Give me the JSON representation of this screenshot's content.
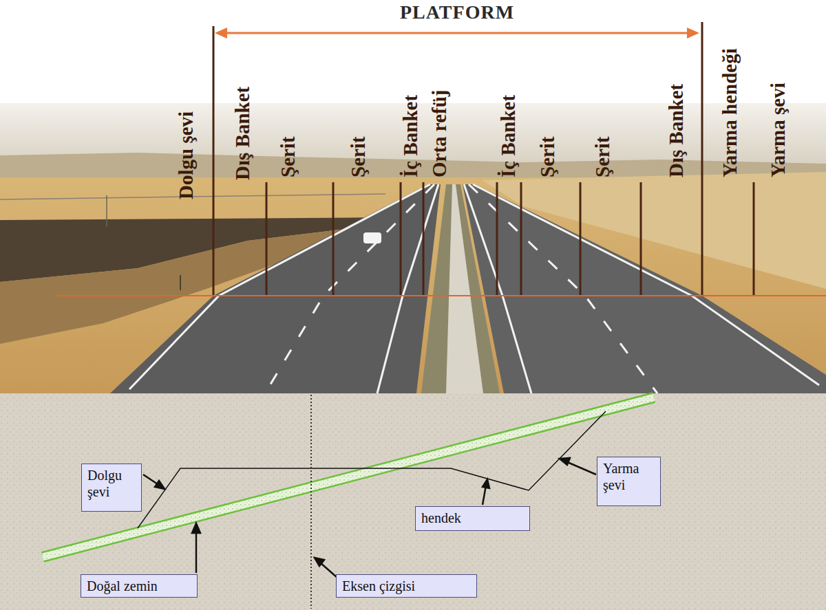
{
  "diagram": {
    "nodes": [
      {
        "text": [
          "Dolgu şevi"
        ]
      },
      {
        "text": [
          "Yarma şevi"
        ]
      },
      {
        "text": [
          "hendek"
        ]
      },
      {
        "text": [
          "Doğal zemin"
        ]
      },
      {
        "text": [
          "Eksen çizgisi"
        ]
      }
    ],
    "labels": [
      "PLATFORM",
      "Dolgu şevi",
      "Dış Banket",
      "Şerit",
      "Şerit",
      "İç Banket",
      "Orta refüj",
      "İç Banket",
      "Şerit",
      "Şerit",
      "Dış Banket",
      "Yarma hendeği",
      "Yarma şevi"
    ]
  }
}
